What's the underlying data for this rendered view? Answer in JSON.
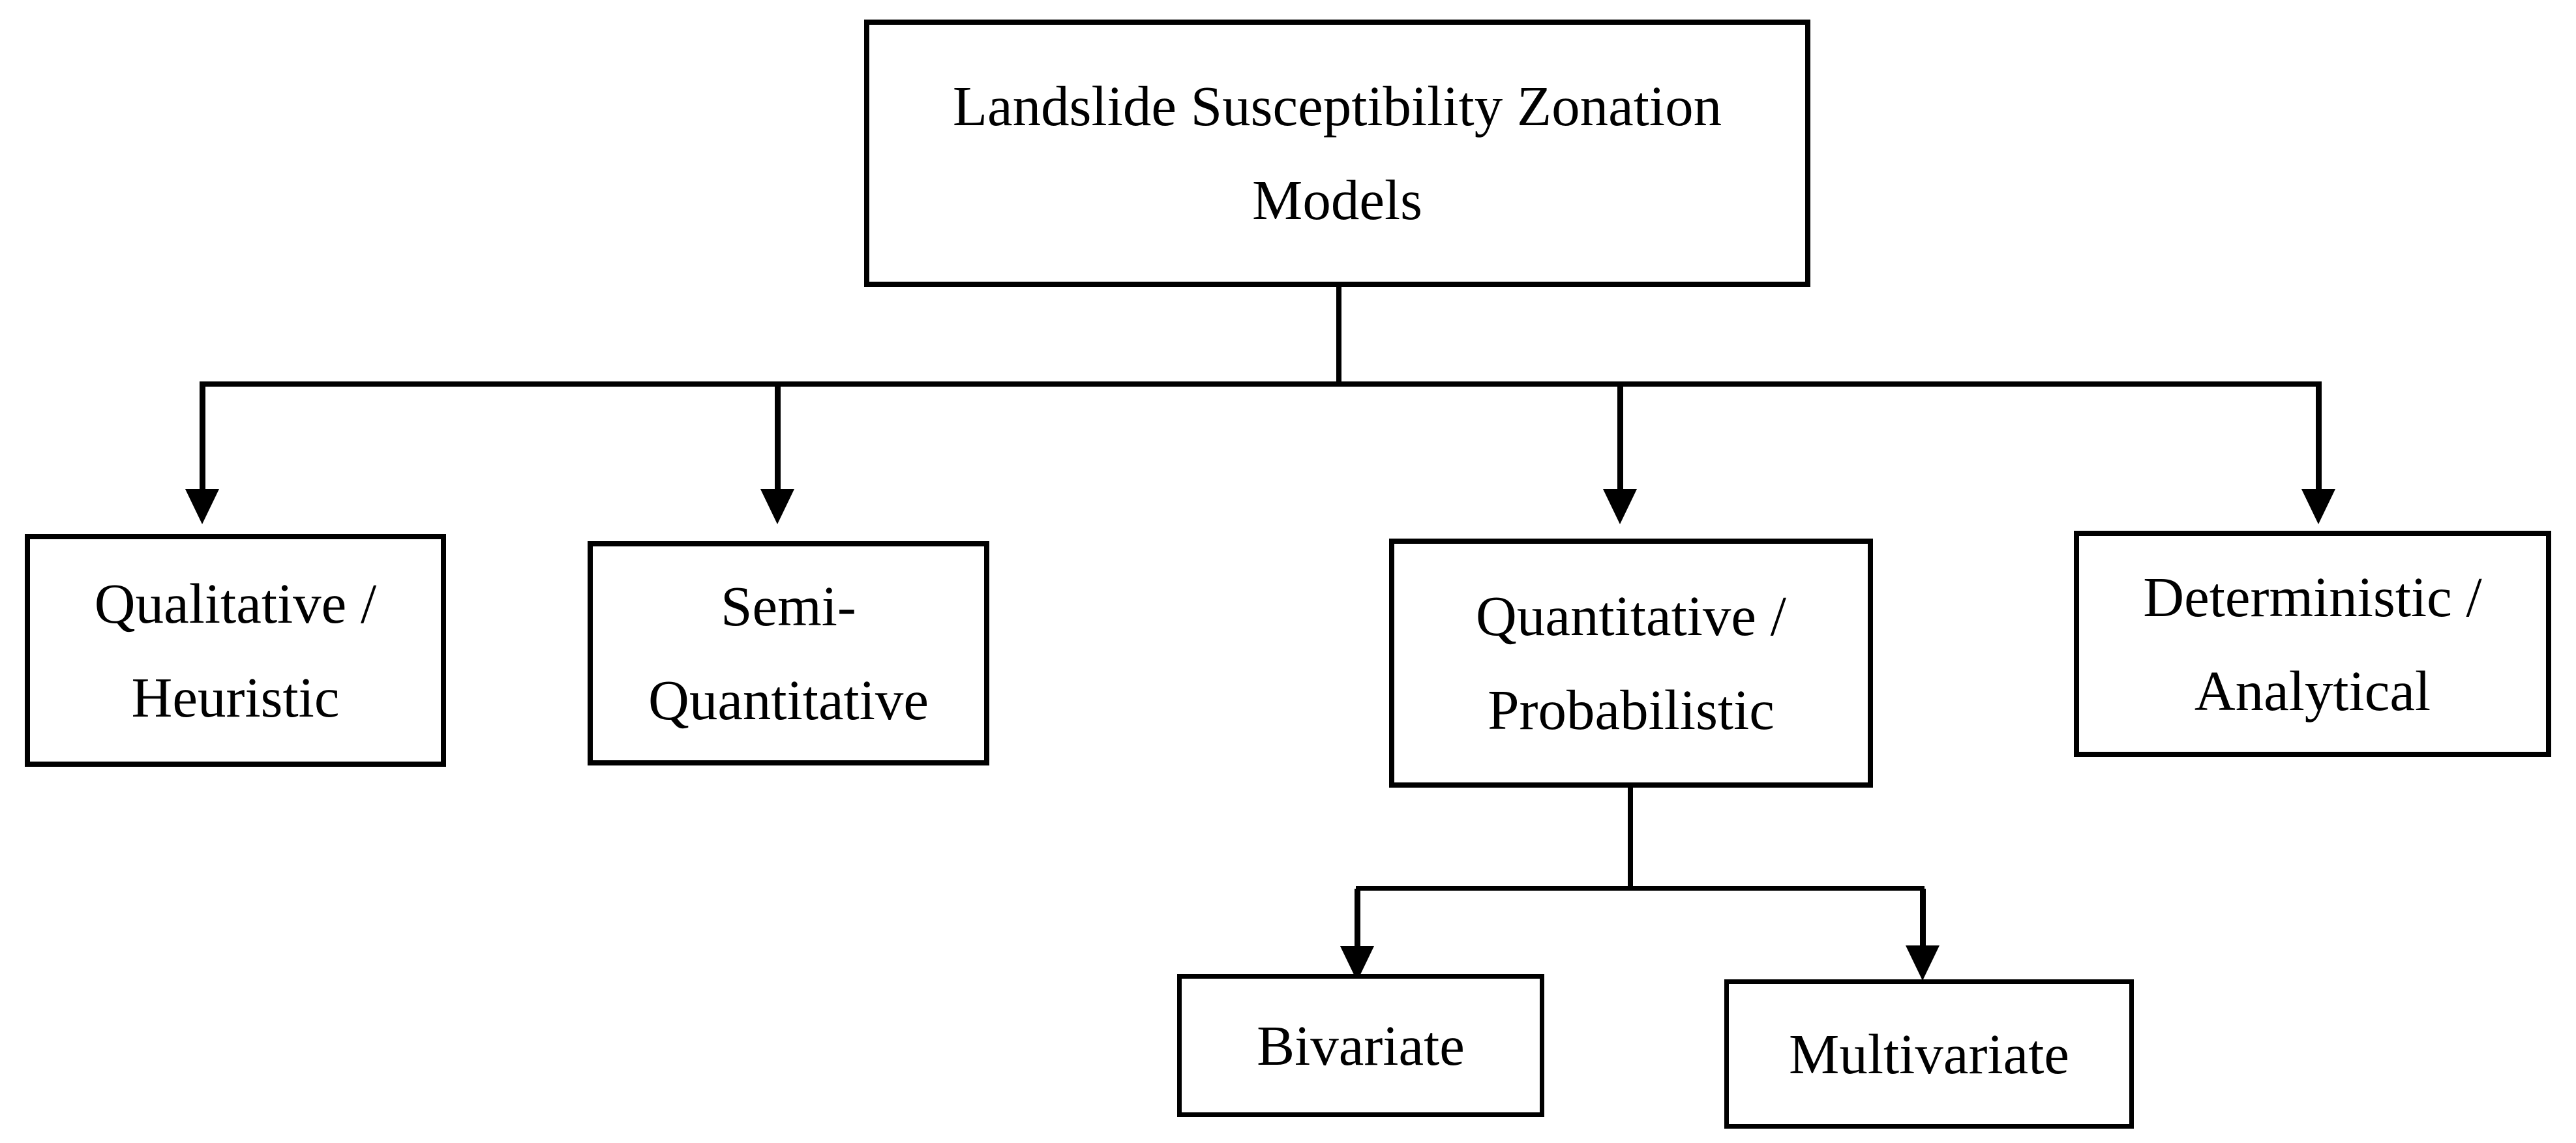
{
  "diagram": {
    "title": "Landslide Susceptibility Zonation Models",
    "colors": {
      "stroke": "#000000",
      "text": "#000000",
      "background": "#ffffff"
    },
    "nodes": {
      "root": {
        "lines": [
          "Landslide Susceptibility Zonation",
          "Models"
        ]
      },
      "qualitative": {
        "lines": [
          "Qualitative /",
          "Heuristic"
        ]
      },
      "semi": {
        "lines": [
          "Semi-",
          "Quantitative"
        ]
      },
      "quantitative": {
        "lines": [
          "Quantitative /",
          "Probabilistic"
        ]
      },
      "deterministic": {
        "lines": [
          "Deterministic /",
          "Analytical"
        ]
      },
      "bivariate": {
        "lines": [
          "Bivariate"
        ]
      },
      "multivariate": {
        "lines": [
          "Multivariate"
        ]
      }
    },
    "edges": [
      {
        "from": "root",
        "to": "qualitative"
      },
      {
        "from": "root",
        "to": "semi"
      },
      {
        "from": "root",
        "to": "quantitative"
      },
      {
        "from": "root",
        "to": "deterministic"
      },
      {
        "from": "quantitative",
        "to": "bivariate"
      },
      {
        "from": "quantitative",
        "to": "multivariate"
      }
    ]
  }
}
